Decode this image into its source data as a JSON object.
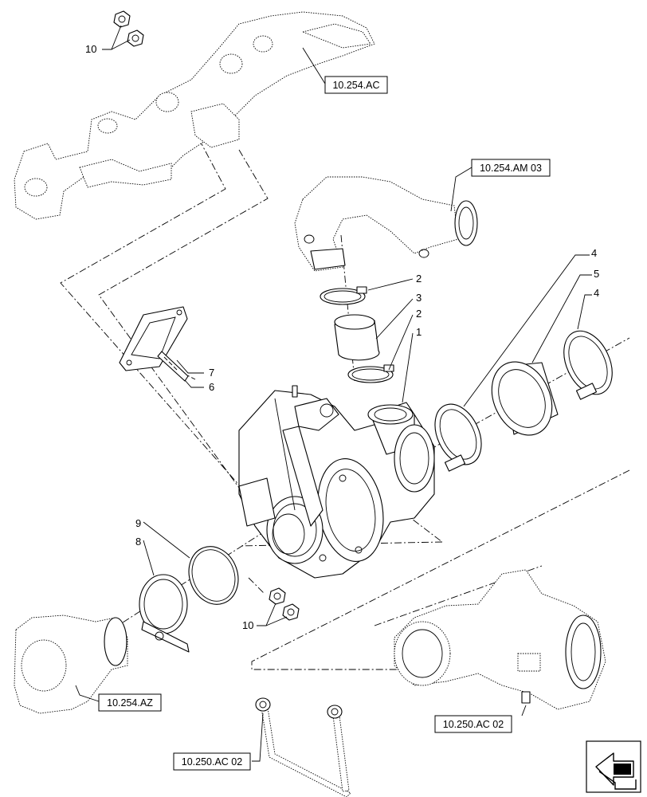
{
  "callouts": {
    "c1": "1",
    "c2a": "2",
    "c2b": "2",
    "c3": "3",
    "c4a": "4",
    "c4b": "4",
    "c5": "5",
    "c6": "6",
    "c7": "7",
    "c8": "8",
    "c9": "9",
    "c10a": "10",
    "c10b": "10"
  },
  "references": {
    "ref_254_ac": "10.254.AC",
    "ref_254_am03": "10.254.AM 03",
    "ref_254_az": "10.254.AZ",
    "ref_250_ac02_right": "10.250.AC 02",
    "ref_250_ac02_bottom": "10.250.AC 02"
  },
  "navigation": {
    "icon": "next-page-arrow-icon"
  }
}
